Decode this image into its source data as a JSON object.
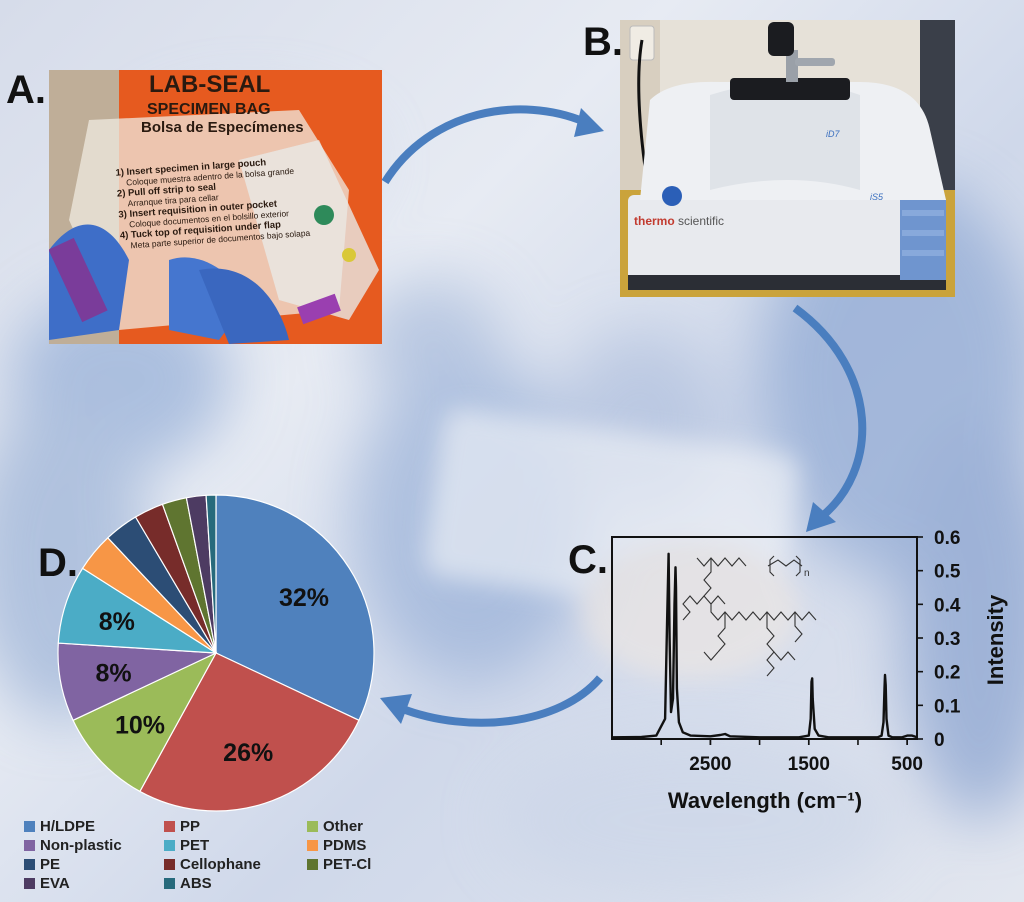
{
  "panels": {
    "a_letter": "A.",
    "b_letter": "B.",
    "c_letter": "C.",
    "d_letter": "D."
  },
  "photo_a": {
    "bag_brand": "LAB-SEAL",
    "bag_title": "SPECIMEN BAG",
    "bag_subtitle": "Bolsa de Especímenes",
    "instructions": [
      "1) Insert specimen in large pouch",
      "Coloque muestra adentro de la bolsa grande",
      "2) Pull off strip to seal",
      "Arranque tira para cellar",
      "3) Insert requisition in outer pocket",
      "Coloque documentos en el bolsillo exterior",
      "4) Tuck top of requisition under flap",
      "Meta parte superior de documentos bajo solapa"
    ]
  },
  "photo_b": {
    "brand_thermo": "thermo",
    "brand_scientific": "scientific",
    "model_top": "iD7",
    "model_side": "iS5"
  },
  "chart_data": [
    {
      "type": "line",
      "xlabel": "Wavelength (cm⁻¹)",
      "ylabel": "Intensity",
      "x_ticks": [
        "2500",
        "1500",
        "500"
      ],
      "y_ticks": [
        "0",
        "0.1",
        "0.2",
        "0.3",
        "0.4",
        "0.5",
        "0.6"
      ],
      "xlim": [
        3500,
        400
      ],
      "ylim": [
        0,
        0.6
      ],
      "x_reversed": true,
      "structure_label": "n",
      "x": [
        3500,
        3200,
        3050,
        2960,
        2940,
        2925,
        2915,
        2900,
        2880,
        2865,
        2855,
        2850,
        2840,
        2820,
        2780,
        2700,
        2500,
        2400,
        2350,
        2300,
        2000,
        1600,
        1500,
        1480,
        1472,
        1465,
        1460,
        1440,
        1400,
        1300,
        1000,
        800,
        760,
        740,
        730,
        725,
        718,
        710,
        690,
        650,
        550,
        500,
        450,
        400
      ],
      "y": [
        0.005,
        0.006,
        0.01,
        0.06,
        0.35,
        0.55,
        0.3,
        0.08,
        0.12,
        0.4,
        0.51,
        0.45,
        0.15,
        0.05,
        0.02,
        0.01,
        0.008,
        0.012,
        0.015,
        0.008,
        0.005,
        0.005,
        0.01,
        0.06,
        0.17,
        0.18,
        0.12,
        0.03,
        0.01,
        0.005,
        0.005,
        0.005,
        0.01,
        0.05,
        0.15,
        0.19,
        0.16,
        0.06,
        0.01,
        0.005,
        0.005,
        0.01,
        0.01,
        0.005
      ]
    },
    {
      "type": "pie",
      "slices": [
        {
          "label": "H/LDPE",
          "value": 32,
          "text": "32%",
          "color": "#4f81bd"
        },
        {
          "label": "PP",
          "value": 26,
          "text": "26%",
          "color": "#c0504d"
        },
        {
          "label": "Other",
          "value": 10,
          "text": "10%",
          "color": "#9bbb59"
        },
        {
          "label": "Non-plastic",
          "value": 8,
          "text": "8%",
          "color": "#8064a2"
        },
        {
          "label": "PET",
          "value": 8,
          "text": "8%",
          "color": "#4bacc6"
        },
        {
          "label": "PDMS",
          "value": 4,
          "text": "",
          "color": "#f79646"
        },
        {
          "label": "PE",
          "value": 3.5,
          "text": "",
          "color": "#2c4d75"
        },
        {
          "label": "Cellophane",
          "value": 3,
          "text": "",
          "color": "#772c2a"
        },
        {
          "label": "PET-Cl",
          "value": 2.5,
          "text": "",
          "color": "#5f7530"
        },
        {
          "label": "EVA",
          "value": 2,
          "text": "",
          "color": "#4d3b62"
        },
        {
          "label": "ABS",
          "value": 1,
          "text": "",
          "color": "#276a7c"
        }
      ]
    }
  ],
  "legend": [
    {
      "label": "H/LDPE",
      "color": "#4f81bd"
    },
    {
      "label": "PP",
      "color": "#c0504d"
    },
    {
      "label": "Other",
      "color": "#9bbb59"
    },
    {
      "label": "Non-plastic",
      "color": "#8064a2"
    },
    {
      "label": "PET",
      "color": "#4bacc6"
    },
    {
      "label": "PDMS",
      "color": "#f79646"
    },
    {
      "label": "PE",
      "color": "#2c4d75"
    },
    {
      "label": "Cellophane",
      "color": "#772c2a"
    },
    {
      "label": "PET-Cl",
      "color": "#5f7530"
    },
    {
      "label": "EVA",
      "color": "#4d3b62"
    },
    {
      "label": "ABS",
      "color": "#276a7c"
    }
  ],
  "colors": {
    "arrow": "#4a7ebf"
  }
}
